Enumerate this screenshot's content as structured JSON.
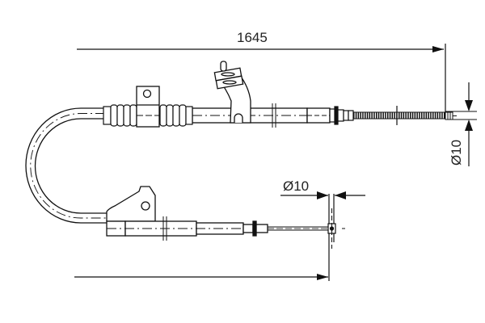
{
  "drawing": {
    "title": "Parking brake cable technical drawing",
    "dimensions": {
      "total_length": "1645",
      "right_end_diameter": "Ø10",
      "bottom_end_diameter": "Ø10"
    },
    "units": "mm",
    "colors": {
      "line": "#111111",
      "background": "#ffffff"
    },
    "components": [
      "cable-sheath-upper",
      "cable-sheath-curve",
      "cable-sheath-lower",
      "rubber-boot-left",
      "rubber-boot-right",
      "mounting-bracket-upper",
      "mounting-clip-upper",
      "spring-section",
      "end-fitting-right",
      "mounting-bracket-lower",
      "inner-cable-lower",
      "end-fitting-bottom"
    ]
  }
}
